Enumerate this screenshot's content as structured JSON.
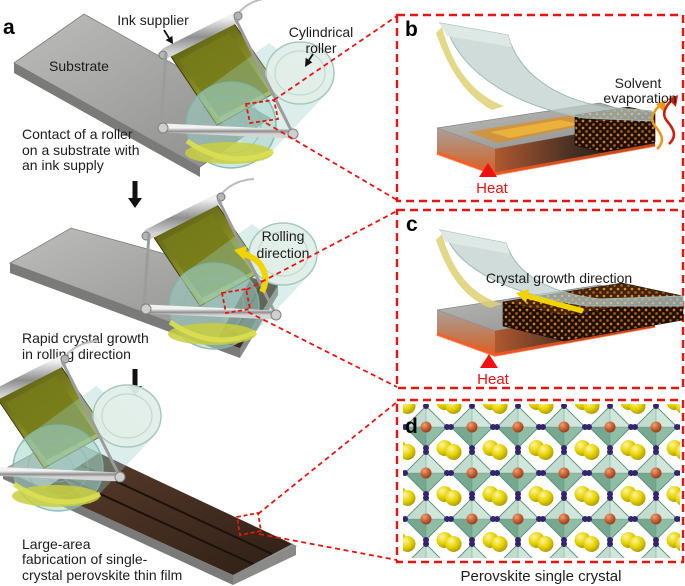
{
  "panel_a": {
    "label": "a",
    "annotations": {
      "ink_supplier": "Ink supplier",
      "cylindrical_roller": [
        "Cylindrical",
        "roller"
      ],
      "substrate": "Substrate",
      "rolling_direction": [
        "Rolling",
        "direction"
      ]
    },
    "step_captions": {
      "step1": [
        "Contact of a roller",
        "on a substrate with",
        "an ink supply"
      ],
      "step2": [
        "Rapid crystal growth",
        "in rolling direction"
      ],
      "step3": [
        "Large-area",
        "fabrication of single-",
        "crystal perovskite thin film"
      ]
    }
  },
  "panel_b": {
    "label": "b",
    "solvent_evaporation": [
      "Solvent",
      "evaporation"
    ],
    "heat": "Heat"
  },
  "panel_c": {
    "label": "c",
    "crystal_growth_direction": "Crystal growth direction",
    "heat": "Heat"
  },
  "panel_d": {
    "label": "d",
    "caption": "Perovskite single crystal"
  },
  "colors": {
    "accent_red": "#e31712",
    "heat_red": "#ee1111",
    "arrow_yellow": "#f2d500",
    "roller_teal": "#9ccfc6",
    "ink_olive": "#9aa030",
    "film_brown": "#3a2517",
    "substrate_gray": "#a6a6a4",
    "octahedron_green": "#9cc4b0",
    "cation_yellow": "#e7d400"
  }
}
